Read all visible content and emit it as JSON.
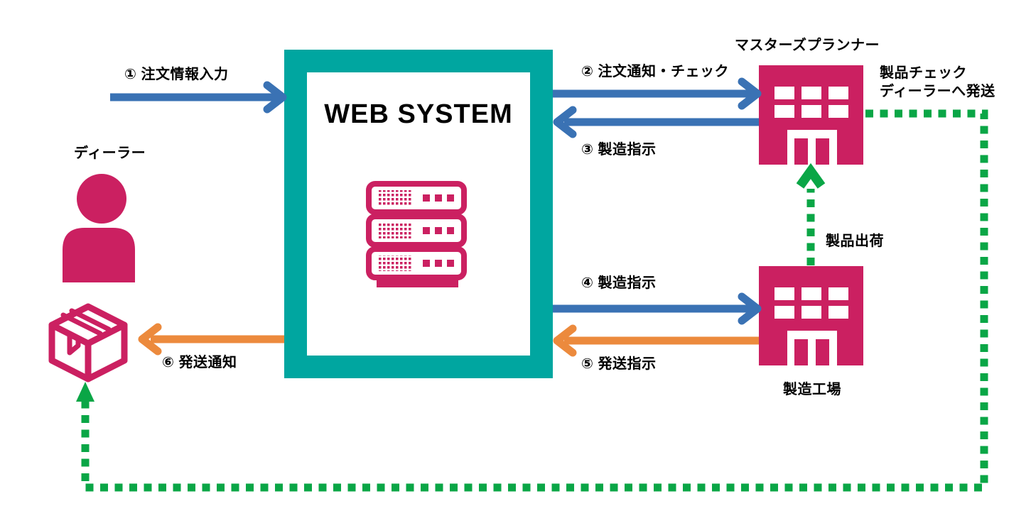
{
  "colors": {
    "teal": "#00A6A0",
    "magenta": "#CB2061",
    "blue": "#3A72B4",
    "orange": "#EC8A3D",
    "green": "#0AA646",
    "text": "#000000",
    "background": "#FFFFFF"
  },
  "web_system": {
    "label": "WEB SYSTEM"
  },
  "nodes": {
    "dealer": {
      "label": "ディーラー",
      "icon": "person-icon"
    },
    "dealer_package": {
      "icon": "package-box-icon"
    },
    "masters_planner": {
      "label": "マスターズプランナー",
      "icon": "building-icon"
    },
    "factory": {
      "label": "製造工場",
      "icon": "building-icon"
    },
    "web_system_server": {
      "icon": "server-rack-icon"
    }
  },
  "flows": {
    "f1": {
      "label": "① 注文情報入力",
      "color": "#3A72B4",
      "style": "solid",
      "from": "dealer",
      "to": "web-system"
    },
    "f2": {
      "label": "② 注文通知・チェック",
      "color": "#3A72B4",
      "style": "solid",
      "from": "web-system",
      "to": "masters-planner"
    },
    "f3": {
      "label": "③ 製造指示",
      "color": "#3A72B4",
      "style": "solid",
      "from": "masters-planner",
      "to": "web-system"
    },
    "f4": {
      "label": "④ 製造指示",
      "color": "#3A72B4",
      "style": "solid",
      "from": "web-system",
      "to": "factory"
    },
    "f5": {
      "label": "⑤ 発送指示",
      "color": "#EC8A3D",
      "style": "solid",
      "from": "factory",
      "to": "web-system"
    },
    "f6": {
      "label": "⑥ 発送通知",
      "color": "#EC8A3D",
      "style": "solid",
      "from": "web-system",
      "to": "dealer-package"
    },
    "product_ship": {
      "label": "製品出荷",
      "color": "#0AA646",
      "style": "dotted",
      "from": "factory",
      "to": "masters-planner"
    },
    "product_check": {
      "line1": "製品チェック",
      "line2": "ディーラーへ発送",
      "color": "#0AA646",
      "style": "dotted",
      "from": "masters-planner",
      "to": "dealer-package"
    }
  }
}
